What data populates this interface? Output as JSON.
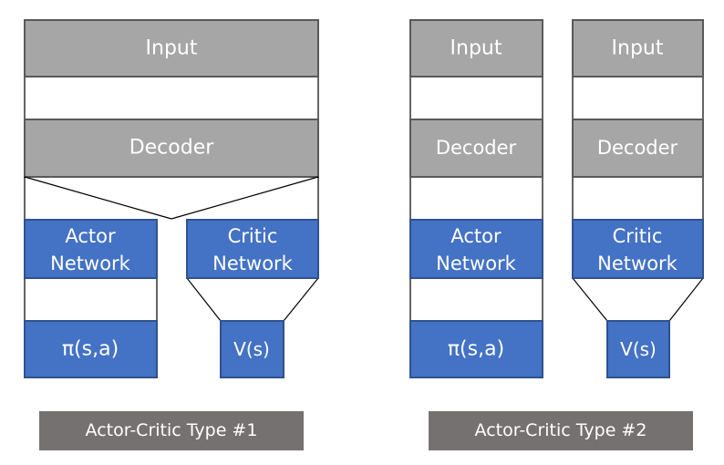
{
  "type1": {
    "input": "Input",
    "decoder": "Decoder",
    "actor": [
      "Actor",
      "Network"
    ],
    "critic": [
      "Critic",
      "Network"
    ],
    "policy": "π(s,a)",
    "value": "V(s)",
    "caption": "Actor-Critic Type #1"
  },
  "type2": {
    "actor_branch": {
      "input": "Input",
      "decoder": "Decoder",
      "network": [
        "Actor",
        "Network"
      ],
      "output": "π(s,a)"
    },
    "critic_branch": {
      "input": "Input",
      "decoder": "Decoder",
      "network": [
        "Critic",
        "Network"
      ],
      "output": "V(s)"
    },
    "caption": "Actor-Critic Type #2"
  },
  "colors": {
    "module_gray": "#a6a6a6",
    "network_blue": "#4472c4",
    "caption_gray": "#767171"
  }
}
